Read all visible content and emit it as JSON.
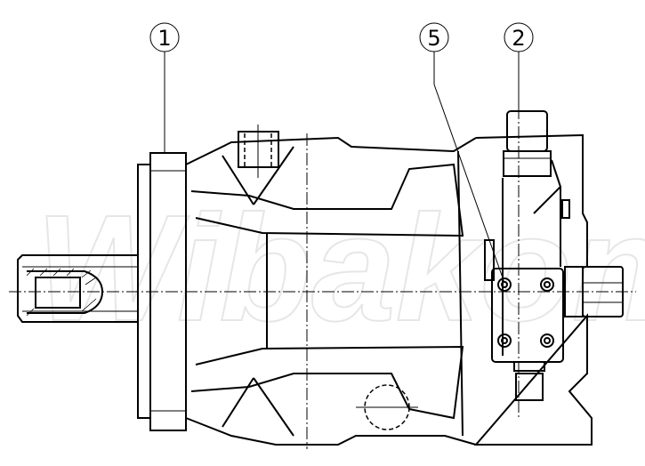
{
  "watermark": "Wibakon",
  "callouts": [
    {
      "id": "callout-1",
      "label": "1"
    },
    {
      "id": "callout-5",
      "label": "5"
    },
    {
      "id": "callout-2",
      "label": "2"
    }
  ]
}
